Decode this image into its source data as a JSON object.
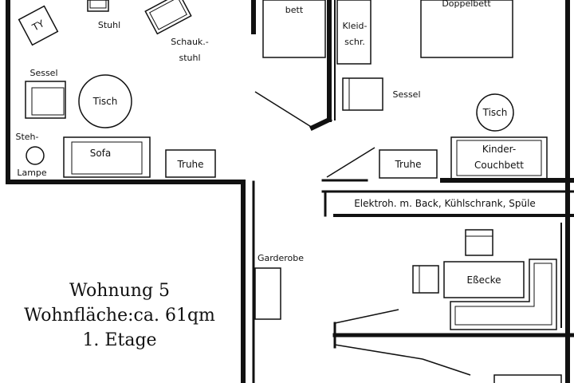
{
  "caption": {
    "line1": "Wohnung 5",
    "line2": "Wohnfläche:ca. 61qm",
    "line3": "1. Etage"
  },
  "labels": {
    "tv": "TY",
    "stuhl": "Stuhl",
    "schaukelstuhl_1": "Schauk.-",
    "schaukelstuhl_2": "stuhl",
    "sessel_left": "Sessel",
    "tisch_left": "Tisch",
    "stehlampe_1": "Steh-",
    "stehlampe_2": "Lampe",
    "sofa": "Sofa",
    "truhe_left": "Truhe",
    "bett": "bett",
    "kleiderschrank_1": "Kleid-",
    "kleiderschrank_2": "schr.",
    "doppelbett": "Doppelbett",
    "sessel_right": "Sessel",
    "tisch_right": "Tisch",
    "truhe_right": "Truhe",
    "kindercouchbett_1": "Kinder-",
    "kindercouchbett_2": "Couchbett",
    "kitchen_line": "Elektroh. m. Back, Kühlschrank, Spüle",
    "garderobe": "Garderobe",
    "essecke": "Eßecke"
  }
}
